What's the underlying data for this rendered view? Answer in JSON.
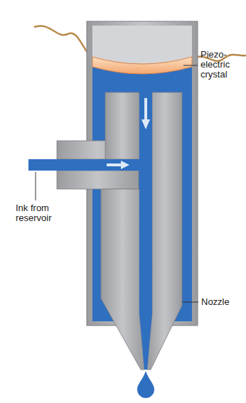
{
  "diagram": {
    "labels": [
      "Piezo- electric crystal",
      "Ink from reservoir",
      "Nozzle"
    ]
  }
}
